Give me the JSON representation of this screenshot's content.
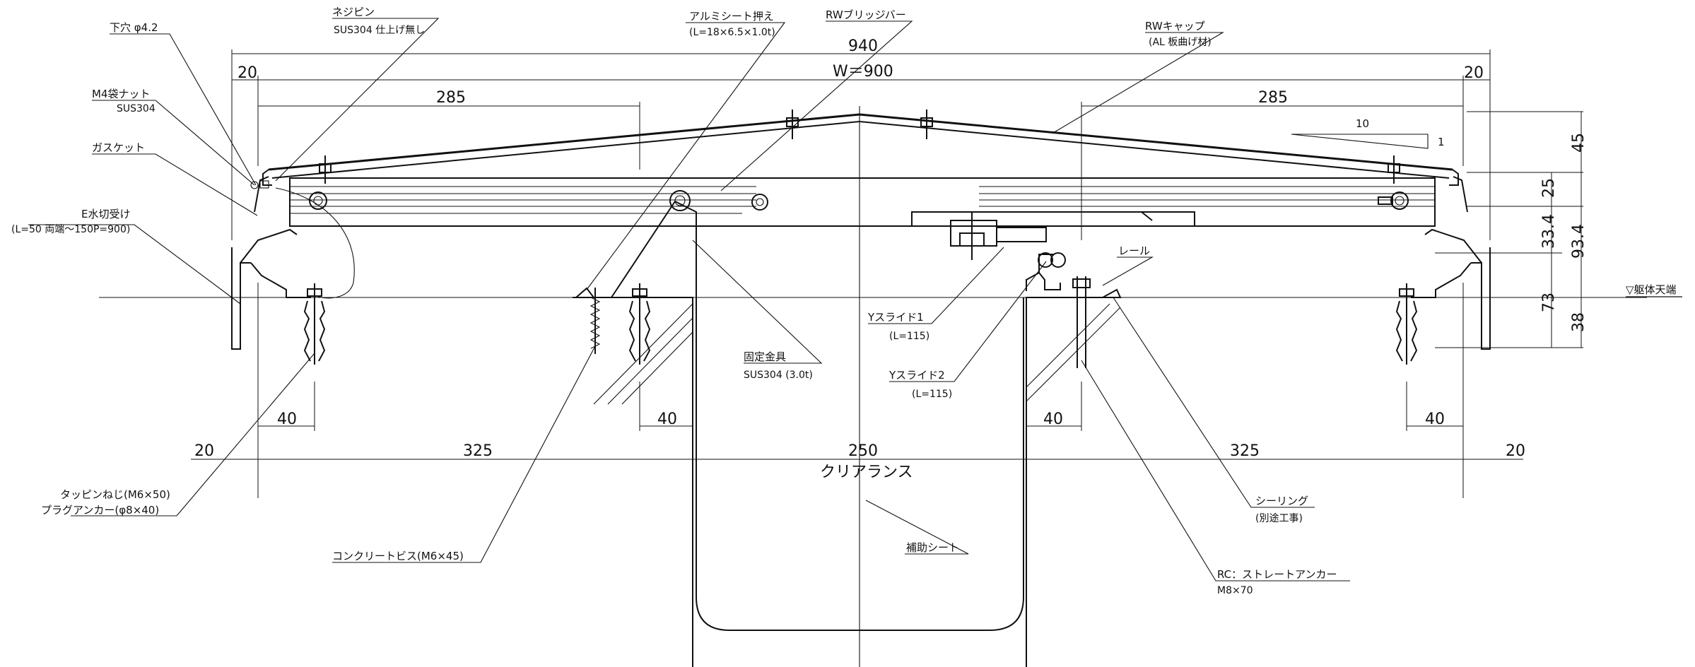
{
  "labels": {
    "shita_ana": "下穴 φ4.2",
    "nejipin": "ネジピン",
    "nejipin_sub": "SUS304 仕上げ無し",
    "m4_nut": "M4袋ナット",
    "m4_nut_sub": "SUS304",
    "gasket": "ガスケット",
    "e_mizukiri": "E水切受け",
    "e_mizukiri_sub": "(L=50 両端～150P=900)",
    "alumi_sheet": "アルミシート押え",
    "alumi_sheet_sub": "(L=18×6.5×1.0t)",
    "rw_bridge": "RWブリッジバー",
    "rw_cap": "RWキャップ",
    "rw_cap_sub": "(AL 板曲げ材)",
    "rail": "レール",
    "y_slide1": "Yスライド1",
    "y_slide1_sub": "(L=115)",
    "y_slide2": "Yスライド2",
    "y_slide2_sub": "(L=115)",
    "kotei_kanagu": "固定金具",
    "kotei_kanagu_sub": "SUS304 (3.0t)",
    "tappin": "タッピンねじ(M6×50)",
    "plug": "プラグアンカー(φ8×40)",
    "concrete_bis": "コンクリートビス(M6×45)",
    "hojo_sheet": "補助シート",
    "sealing": "シーリング",
    "sealing_sub": "(別途工事)",
    "rc_anchor": "RC：ストレートアンカー",
    "rc_anchor_sub": "M8×70",
    "kutai_tenbata": "▽躯体天端",
    "clearance": "クリアランス"
  },
  "dimensions": {
    "overall": "940",
    "width": "W＝900",
    "left_edge": "20",
    "right_edge": "20",
    "left_span": "285",
    "right_span": "285",
    "slope_run": "10",
    "slope_rise": "1",
    "h45": "45",
    "h25": "25",
    "h33_4": "33.4",
    "h93_4": "93.4",
    "h73": "73",
    "h38": "38",
    "b40_a": "40",
    "b40_b": "40",
    "b40_c": "40",
    "b40_d": "40",
    "b20_left": "20",
    "b325_left": "325",
    "b250": "250",
    "b325_right": "325",
    "b20_right": "20"
  }
}
